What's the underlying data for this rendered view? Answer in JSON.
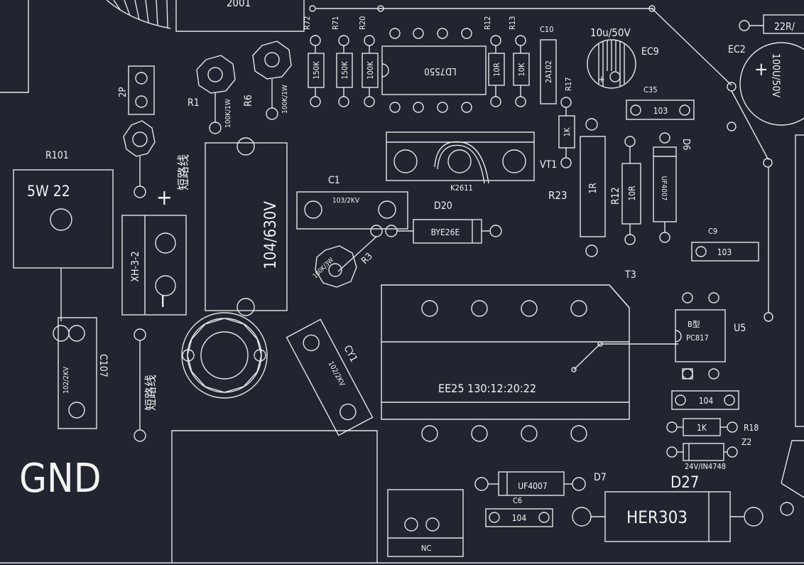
{
  "colors": {
    "background": "#212530",
    "outline": "#e6e6e6",
    "text": "#f2f2f2"
  },
  "labels": {
    "top_partial": "2001",
    "r72": "R72",
    "r71": "R71",
    "r20": "R20",
    "r12_top": "R12",
    "r13": "R13",
    "c10": "C10",
    "ec9_value": "10u/50V",
    "ec9": "EC9",
    "ec2": "EC2",
    "r22_partial": "22R/",
    "ec2_value": "100U/50V",
    "r_150k_a": "150K",
    "r_150k_b": "150K",
    "r_100k": "100K",
    "ld7550": "LD7550",
    "r_10r_top": "10R",
    "r_10k": "10K",
    "c10_value": "2A102",
    "r17": "R17",
    "r17_value": "1K",
    "c35": "C35",
    "c35_value": "103",
    "d6": "D6",
    "d6_value": "UF4007",
    "conn_2p": "2P",
    "r1": "R1",
    "r1_value": "100K/1W",
    "r6": "R6",
    "r6_value": "100K/1W",
    "r101": "R101",
    "r101_value": "5W  22",
    "short_a": "短路线",
    "plus": "+",
    "minus": "−",
    "xh": "XH-3-2",
    "cap_main": "104/630V",
    "c1": "C1",
    "c1_value": "103/2KV",
    "d20": "D20",
    "d20_value": "BYE26E",
    "r3": "R3",
    "r3_value": "100K/3W",
    "vt1": "VT1",
    "k2611": "K2611",
    "r23": "R23",
    "r23_value": "1R",
    "r12_mid": "R12",
    "r12_mid_value": "10R",
    "c9": "C9",
    "c9_value": "103",
    "t3": "T3",
    "transformer": "EE25  130:12:20:22",
    "cy1": "CY1",
    "cy1_value": "102/2KV",
    "u5": "U5",
    "u5_type": "B型",
    "u5_value": "PC817",
    "c104_right": "104",
    "r18": "R18",
    "r18_value": "1K",
    "z2": "Z2",
    "z2_value": "24V/IN4748",
    "c107": "C107",
    "c107_value": "102/2KV",
    "short_b": "短路线",
    "gnd": "GND",
    "d7": "D7",
    "d7_value": "UF4007",
    "c6": "C6",
    "c6_value": "104",
    "d27": "D27",
    "d27_value": "HER303",
    "nc": "NC"
  }
}
